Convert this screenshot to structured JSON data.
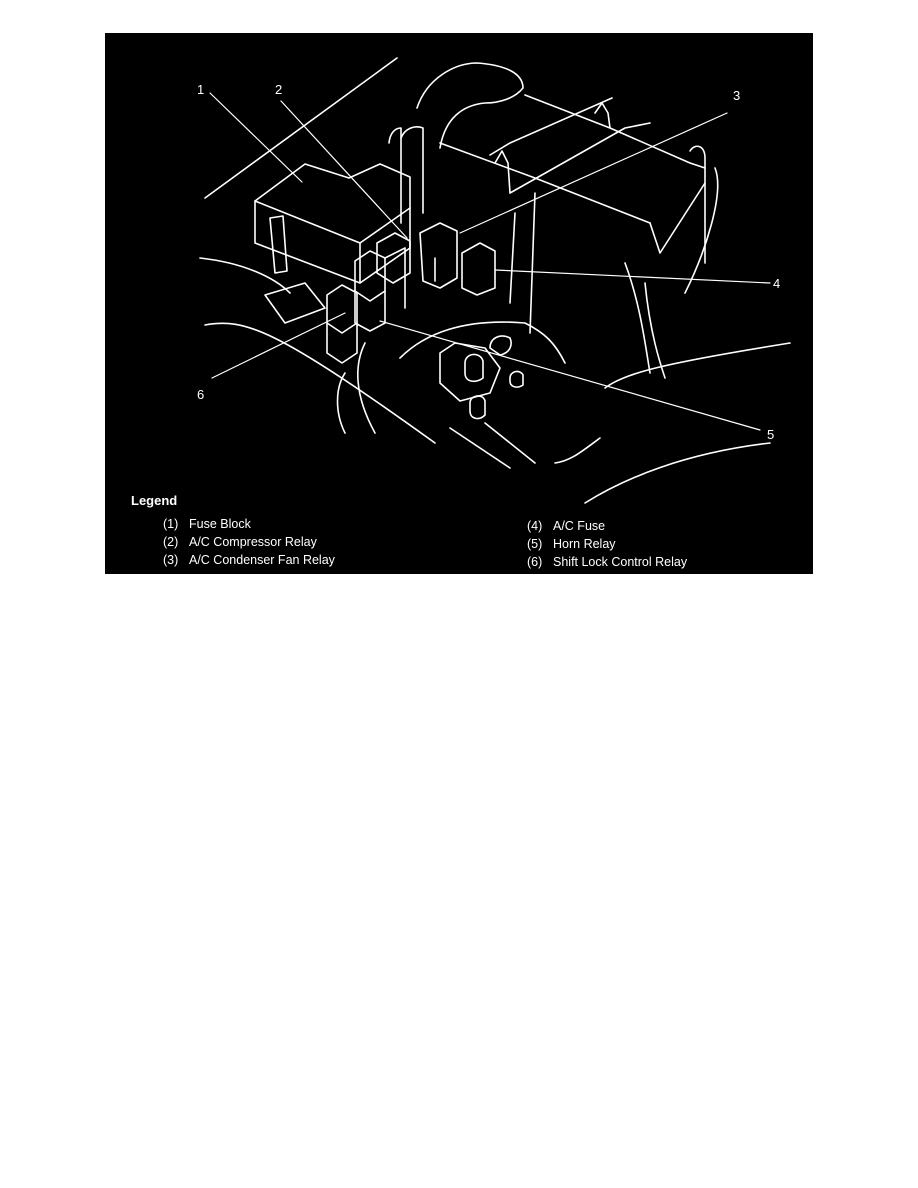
{
  "figure": {
    "background_color": "#000000",
    "line_color": "#ffffff",
    "callouts": [
      {
        "id": "1",
        "label": "1"
      },
      {
        "id": "2",
        "label": "2"
      },
      {
        "id": "3",
        "label": "3"
      },
      {
        "id": "4",
        "label": "4"
      },
      {
        "id": "5",
        "label": "5"
      },
      {
        "id": "6",
        "label": "6"
      }
    ]
  },
  "legend": {
    "title": "Legend",
    "items": [
      {
        "num": "(1)",
        "label": "Fuse Block"
      },
      {
        "num": "(2)",
        "label": "A/C Compressor Relay"
      },
      {
        "num": "(3)",
        "label": "A/C Condenser Fan Relay"
      },
      {
        "num": "(4)",
        "label": "A/C Fuse"
      },
      {
        "num": "(5)",
        "label": "Horn Relay"
      },
      {
        "num": "(6)",
        "label": "Shift Lock Control Relay"
      }
    ]
  }
}
